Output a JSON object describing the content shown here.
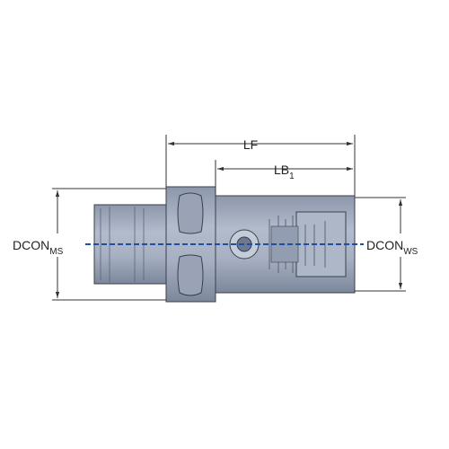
{
  "dimensions": {
    "lf": {
      "main": "LF",
      "sub": ""
    },
    "lb1": {
      "main": "LB",
      "sub": "1"
    },
    "dcon_ms": {
      "main": "DCON",
      "sub": "MS"
    },
    "dcon_ws": {
      "main": "DCON",
      "sub": "WS"
    }
  },
  "colors": {
    "body": "#a9b2c4",
    "body_dark": "#7e889c",
    "outline": "#3a3f4c",
    "dim_line": "#333333",
    "centerline": "#1f4fa3"
  }
}
